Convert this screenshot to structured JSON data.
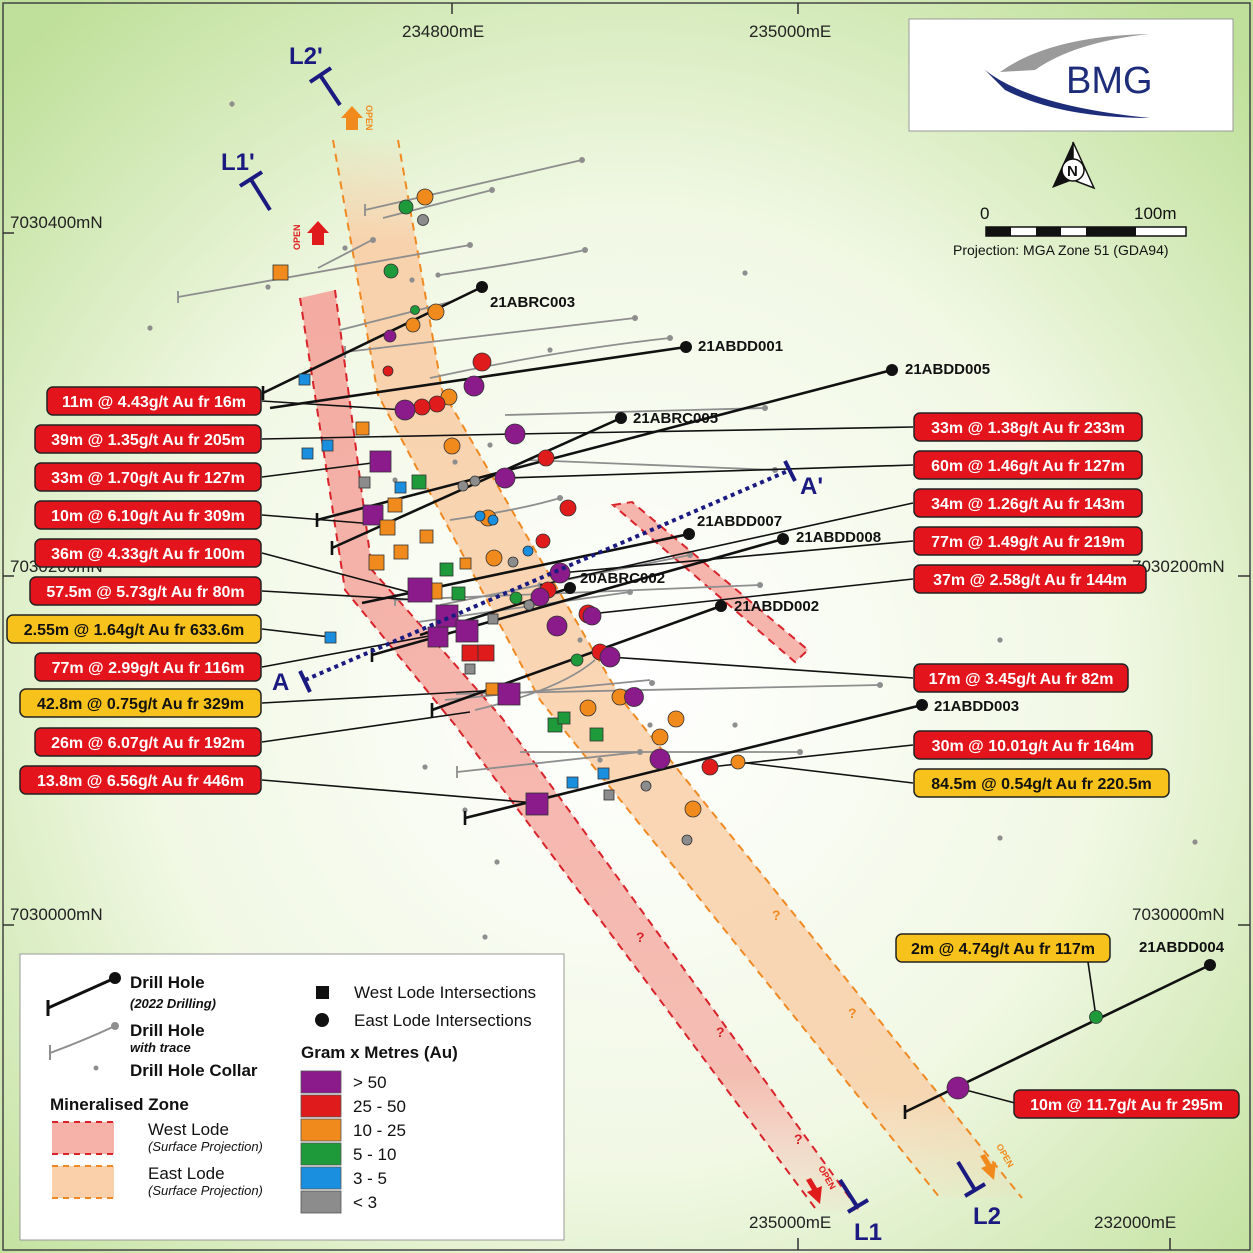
{
  "grid": {
    "easting_top": [
      "234800mE",
      "235000mE"
    ],
    "easting_bottom": [
      "235000mE",
      "232000mE"
    ],
    "northing_left": [
      "7030400mN",
      "7030200mN",
      "7030000mN"
    ],
    "northing_right": [
      "7030200mN",
      "7030000mN"
    ]
  },
  "logo": {
    "text": "BMG"
  },
  "north_arrow": {
    "letter": "N"
  },
  "scale": {
    "zero": "0",
    "max": "100m",
    "projection": "Projection: MGA Zone 51 (GDA94)"
  },
  "sections": [
    "L1'",
    "L2'",
    "A",
    "A'",
    "L1",
    "L2"
  ],
  "open_label": "OPEN",
  "unknown_mark": "?",
  "holes": [
    "21ABRC003",
    "21ABDD001",
    "21ABDD005",
    "21ABRC005",
    "21ABDD007",
    "21ABDD008",
    "20ABRC002",
    "21ABDD002",
    "21ABDD003",
    "21ABDD004"
  ],
  "left_badges": [
    {
      "text": "11m @ 4.43g/t Au fr 16m",
      "style": "red"
    },
    {
      "text": "39m @ 1.35g/t Au fr 205m",
      "style": "red"
    },
    {
      "text": "33m @ 1.70g/t Au fr 127m",
      "style": "red"
    },
    {
      "text": "10m @ 6.10g/t Au fr 309m",
      "style": "red"
    },
    {
      "text": "36m @ 4.33g/t Au fr 100m",
      "style": "red"
    },
    {
      "text": "57.5m @ 5.73g/t Au fr 80m",
      "style": "red"
    },
    {
      "text": "2.55m @ 1.64g/t Au fr 633.6m",
      "style": "yellow"
    },
    {
      "text": "77m @ 2.99g/t Au fr 116m",
      "style": "red"
    },
    {
      "text": "42.8m @ 0.75g/t Au fr 329m",
      "style": "yellow"
    },
    {
      "text": "26m @ 6.07g/t Au fr 192m",
      "style": "red"
    },
    {
      "text": "13.8m @ 6.56g/t Au fr 446m",
      "style": "red"
    }
  ],
  "right_badges": [
    {
      "text": "33m @ 1.38g/t Au fr 233m",
      "style": "red"
    },
    {
      "text": "60m @ 1.46g/t Au fr 127m",
      "style": "red"
    },
    {
      "text": "34m @ 1.26g/t Au fr 143m",
      "style": "red"
    },
    {
      "text": "77m @ 1.49g/t Au fr 219m",
      "style": "red"
    },
    {
      "text": "37m @ 2.58g/t Au fr 144m",
      "style": "red"
    },
    {
      "text": "17m @ 3.45g/t Au fr 82m",
      "style": "red"
    },
    {
      "text": "30m @ 10.01g/t Au fr 164m",
      "style": "red"
    },
    {
      "text": "84.5m @ 0.54g/t Au fr 220.5m",
      "style": "yellow"
    },
    {
      "text": "2m @ 4.74g/t Au fr 117m",
      "style": "yellow"
    },
    {
      "text": "10m @ 11.7g/t Au fr 295m",
      "style": "red"
    }
  ],
  "legend": {
    "drill_hole": "Drill Hole",
    "drill_2022": "(2022 Drilling)",
    "drill_hole_trace": "Drill Hole",
    "with_trace": "with trace",
    "collar": "Drill Hole Collar",
    "zone_title": "Mineralised Zone",
    "west_lode": "West Lode",
    "east_lode": "East Lode",
    "surface_projection": "(Surface Projection)",
    "west_intersections": "West Lode Intersections",
    "east_intersections": "East Lode Intersections",
    "gram_title": "Gram x Metres (Au)",
    "classes": [
      {
        "label": "> 50",
        "color": "#8b1a8b"
      },
      {
        "label": "25 - 50",
        "color": "#e01b1b"
      },
      {
        "label": "10 - 25",
        "color": "#f08a1c"
      },
      {
        "label": "5 - 10",
        "color": "#1e9a3a"
      },
      {
        "label": "3 - 5",
        "color": "#1a8fe0"
      },
      {
        "label": "< 3",
        "color": "#8c8c8c"
      }
    ]
  },
  "colors": {
    "purple": "#8b1a8b",
    "red": "#e01b1b",
    "orange": "#f08a1c",
    "green": "#1e9a3a",
    "blue": "#1a8fe0",
    "grey": "#8c8c8c",
    "badge_red": "#e3141b",
    "badge_yellow": "#f8c21c",
    "section_blue": "#1a1a80"
  }
}
